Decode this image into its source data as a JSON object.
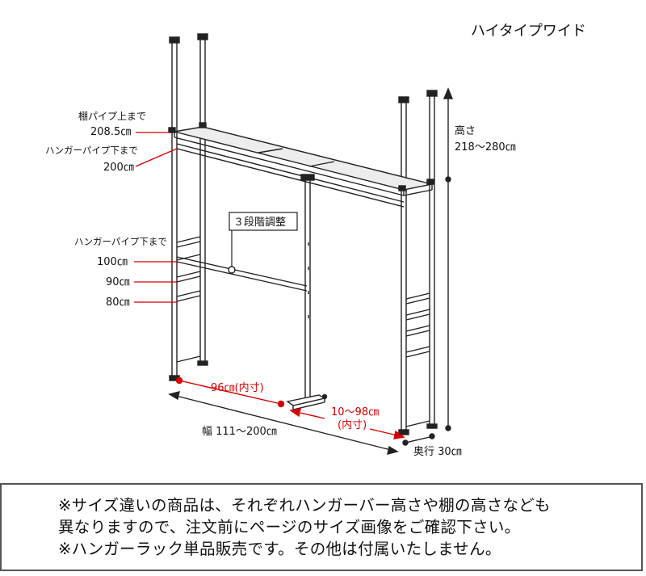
{
  "title": "ハイタイプワイド",
  "labels": {
    "shelf_pipe_line1": "棚パイプ上まで",
    "shelf_pipe_line2": "208.5㎝",
    "hanger_top_line1": "ハンガーパイプ下まで",
    "hanger_top_line2": "200㎝",
    "adjust": "３段階調整",
    "hanger_low_title": "ハンガーパイプ下まで",
    "h100": "100㎝",
    "h90": "90㎝",
    "h80": "80㎝",
    "height_line1": "高さ",
    "height_line2": "218～280㎝",
    "inner_width": "96㎝(内寸)",
    "inner_range_line1": "10～98㎝",
    "inner_range_line2": "(内寸)",
    "width": "幅 111～200㎝",
    "depth": "奥行 30㎝"
  },
  "notice": [
    "※サイズ違いの商品は、それぞれハンガーバー高さや棚の高さなども",
    "異なりますので、注文前にページのサイズ画像をご確認下さい。",
    "※ハンガーラック単品販売です。その他は付属いたしません。"
  ],
  "colors": {
    "accent_red": "#d40000",
    "line": "#222222"
  }
}
